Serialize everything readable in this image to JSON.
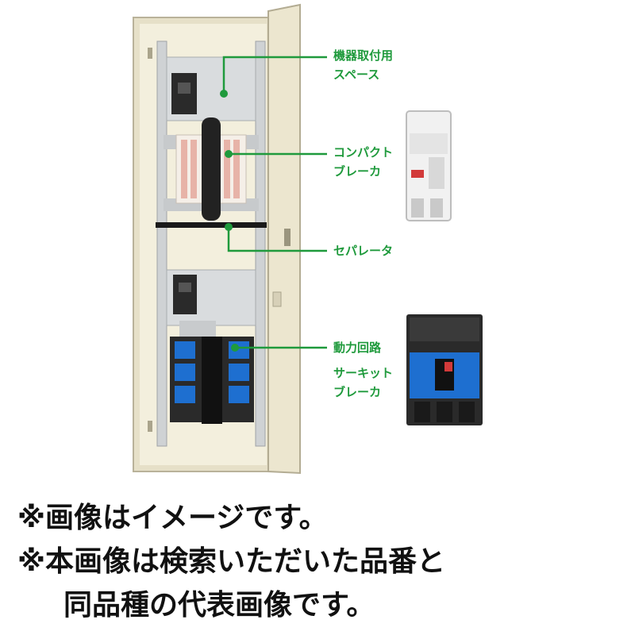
{
  "callouts": {
    "mounting_space": {
      "line1": "機器取付用",
      "line2": "スペース"
    },
    "compact_breaker": {
      "line1": "コンパクト",
      "line2": "ブレーカ"
    },
    "separator": {
      "line1": "セパレータ"
    },
    "power_circuit_breaker": {
      "line1": "動力回路",
      "line2": "サーキット",
      "line3": "ブレーカ"
    }
  },
  "notes": {
    "line1": "※画像はイメージです。",
    "line2": "※本画像は検索いただいた品番と",
    "line3": "同品種の代表画像です。"
  },
  "colors": {
    "accent": "#1f9a3c",
    "cabinet": "#efe9d3",
    "breaker_blue": "#1e6fd0"
  }
}
